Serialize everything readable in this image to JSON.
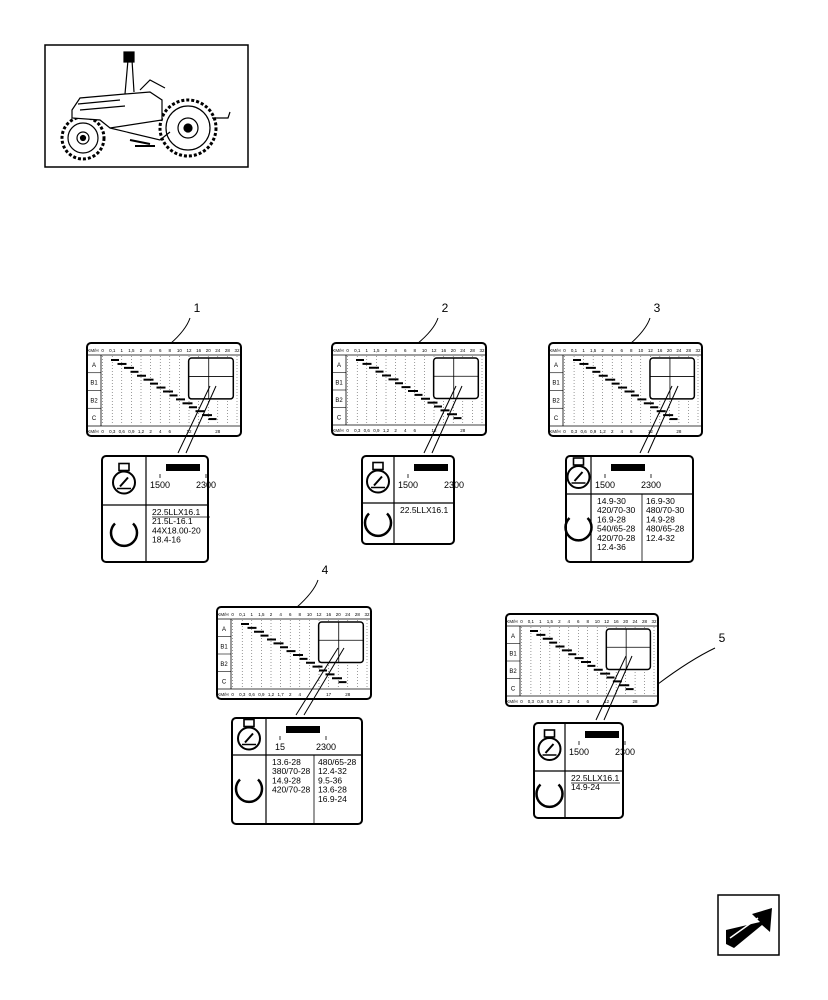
{
  "nav": {
    "next_icon": "next-page-arrow-icon"
  },
  "thumbnail": {
    "icon": "tractor-icon"
  },
  "decals": [
    {
      "callout": "1",
      "speed_header": [
        "KM/H",
        "0",
        "0,1",
        "1",
        "1,5",
        "2",
        "4",
        "6",
        "8",
        "10",
        "12",
        "16",
        "20",
        "24",
        "28",
        "32"
      ],
      "speed_footer": [
        "KM/H",
        "0",
        "0,3",
        "0,6",
        "0,9",
        "1,2",
        "2",
        "4",
        "6",
        "",
        "12",
        "",
        "",
        "28"
      ],
      "group_labels": [
        "A",
        "B1",
        "B2",
        "C"
      ],
      "rpm_low": "1500",
      "rpm_high": "2300",
      "tyres_left": [
        "22.5LLX16.1",
        "21.5L-16.1",
        "44X18.00-20",
        "18.4-16"
      ],
      "tyres_right": []
    },
    {
      "callout": "2",
      "speed_header": [
        "KM/H",
        "0",
        "0,1",
        "1",
        "1,5",
        "2",
        "4",
        "6",
        "8",
        "10",
        "12",
        "16",
        "20",
        "24",
        "28",
        "32"
      ],
      "speed_footer": [
        "KM/H",
        "0",
        "0,3",
        "0,6",
        "0,9",
        "1,2",
        "2",
        "4",
        "6",
        "",
        "12",
        "",
        "",
        "28"
      ],
      "group_labels": [
        "A",
        "B1",
        "B2",
        "C"
      ],
      "rpm_low": "1500",
      "rpm_high": "2300",
      "tyres_left": [
        "22.5LLX16.1"
      ],
      "tyres_right": []
    },
    {
      "callout": "3",
      "speed_header": [
        "KM/H",
        "0",
        "0,1",
        "1",
        "1,5",
        "2",
        "4",
        "6",
        "8",
        "10",
        "12",
        "16",
        "20",
        "24",
        "28",
        "32"
      ],
      "speed_footer": [
        "KM/H",
        "0",
        "0,3",
        "0,6",
        "0,9",
        "1,2",
        "2",
        "4",
        "6",
        "",
        "12",
        "",
        "",
        "28"
      ],
      "group_labels": [
        "A",
        "B1",
        "B2",
        "C"
      ],
      "rpm_low": "1500",
      "rpm_high": "2300",
      "tyres_left": [
        "14.9-30",
        "420/70-30",
        "16.9-28",
        "540/65-28",
        "420/70-28",
        "12.4-36"
      ],
      "tyres_right": [
        "16.9-30",
        "480/70-30",
        "14.9-28",
        "480/65-28",
        "12.4-32"
      ]
    },
    {
      "callout": "4",
      "speed_header": [
        "KM/H",
        "0",
        "0,1",
        "1",
        "1,5",
        "2",
        "4",
        "6",
        "8",
        "10",
        "12",
        "16",
        "20",
        "24",
        "28",
        "32"
      ],
      "speed_footer": [
        "KM/H",
        "0",
        "0,3",
        "0,6",
        "0,9",
        "1,2",
        "1,7",
        "2",
        "4",
        "",
        "",
        "17",
        "",
        "28"
      ],
      "group_labels": [
        "A",
        "B1",
        "B2",
        "C"
      ],
      "rpm_low": "15",
      "rpm_high": "2300",
      "tyres_left": [
        "13.6-28",
        "380/70-28",
        "14.9-28",
        "420/70-28"
      ],
      "tyres_right": [
        "480/65-28",
        "12.4-32",
        "9.5-36",
        "13.6-28",
        "16.9-24"
      ]
    },
    {
      "callout": "5",
      "speed_header": [
        "KM/H",
        "0",
        "0,1",
        "1",
        "1,5",
        "2",
        "4",
        "6",
        "8",
        "10",
        "12",
        "16",
        "20",
        "24",
        "28",
        "32"
      ],
      "speed_footer": [
        "KM/H",
        "0",
        "0,3",
        "0,6",
        "0,9",
        "1,2",
        "2",
        "4",
        "6",
        "",
        "12",
        "",
        "",
        "28"
      ],
      "group_labels": [
        "A",
        "B1",
        "B2",
        "C"
      ],
      "rpm_low": "1500",
      "rpm_high": "2300",
      "tyres_left": [
        "22.5LLX16.1",
        "14.9-24"
      ],
      "tyres_right": []
    }
  ]
}
